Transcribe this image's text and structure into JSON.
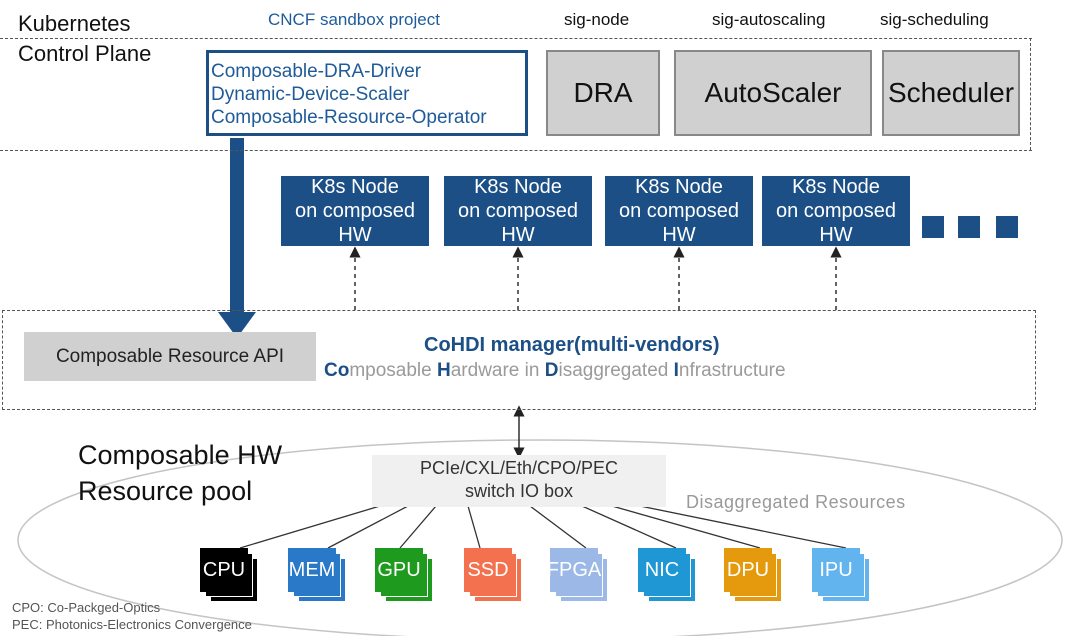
{
  "control_plane": {
    "title_line1": "Kubernetes",
    "title_line2": "Control Plane",
    "cncf_label": "CNCF sandbox project",
    "projects": [
      "Composable-DRA-Driver",
      "Dynamic-Device-Scaler",
      "Composable-Resource-Operator"
    ],
    "sigs": [
      {
        "label": "sig-node",
        "component": "DRA"
      },
      {
        "label": "sig-autoscaling",
        "component": "AutoScaler"
      },
      {
        "label": "sig-scheduling",
        "component": "Scheduler"
      }
    ]
  },
  "nodes": {
    "items": [
      {
        "line1": "K8s Node",
        "line2": "on composed",
        "line3": "HW"
      },
      {
        "line1": "K8s Node",
        "line2": "on composed",
        "line3": "HW"
      },
      {
        "line1": "K8s Node",
        "line2": "on composed",
        "line3": "HW"
      },
      {
        "line1": "K8s Node",
        "line2": "on composed",
        "line3": "HW"
      }
    ]
  },
  "manager": {
    "api_label": "Composable Resource API",
    "title": "CoHDI manager(multi-vendors)",
    "subtitle_parts": [
      {
        "strong": "Co",
        "rest": "mposable "
      },
      {
        "strong": "H",
        "rest": "ardware in "
      },
      {
        "strong": "D",
        "rest": "isaggregated "
      },
      {
        "strong": "I",
        "rest": "nfrastructure"
      }
    ]
  },
  "pool": {
    "title_line1": "Composable HW",
    "title_line2": "Resource pool",
    "switch_line1": "PCIe/CXL/Eth/CPO/PEC",
    "switch_line2": "switch IO box",
    "disaggregated_label": "Disaggregated Resources",
    "resources": [
      {
        "label": "CPU",
        "color": "#000000"
      },
      {
        "label": "MEM",
        "color": "#2a78c8"
      },
      {
        "label": "GPU",
        "color": "#1e9a1e"
      },
      {
        "label": "SSD",
        "color": "#f3714e"
      },
      {
        "label": "FPGA",
        "color": "#9bb8e6"
      },
      {
        "label": "NIC",
        "color": "#1f97d4"
      },
      {
        "label": "DPU",
        "color": "#e59a0e"
      },
      {
        "label": "IPU",
        "color": "#62b4ef"
      }
    ]
  },
  "footnotes": [
    "CPO: Co-Packged-Optics",
    "PEC: Photonics-Electronics Convergence"
  ],
  "colors": {
    "brand_blue": "#1b4f86",
    "link_blue": "#1f5b99"
  }
}
